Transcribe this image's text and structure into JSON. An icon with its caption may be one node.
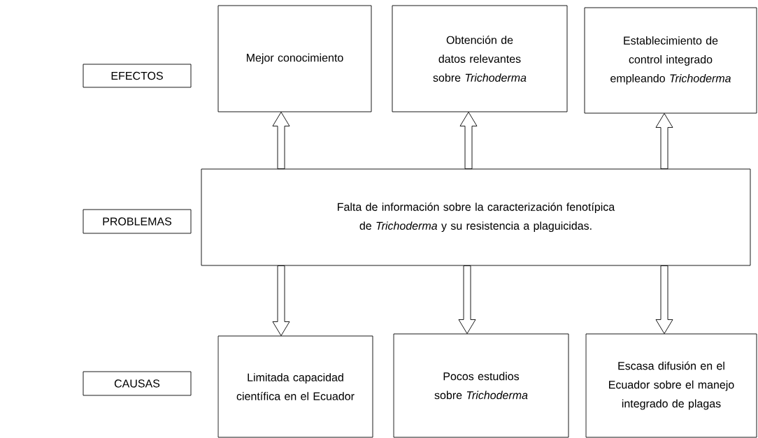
{
  "diagram": {
    "nodes": [
      {
        "text": [
          "EFECTOS"
        ]
      },
      {
        "text": [
          "Mejor conocimiento"
        ]
      },
      {
        "text": [
          "Obtención de datos relevantes sobre *Trichoderma*"
        ]
      },
      {
        "text": [
          "Establecimiento de control integrado empleando *Trichoderma*"
        ]
      },
      {
        "text": [
          "PROBLEMAS"
        ]
      },
      {
        "text": [
          "Falta de información sobre la caracterización fenotípica de *Trichoderma* y su resistencia a plaguicidas."
        ]
      },
      {
        "text": [
          "CAUSAS"
        ]
      },
      {
        "text": [
          "Limitada capacidad científica en el Ecuador"
        ]
      },
      {
        "text": [
          "Pocos estudios sobre *Trichoderma*"
        ]
      },
      {
        "text": [
          "Escasa difusión en el Ecuador sobre el manejo integrado de plagas"
        ]
      }
    ],
    "edges": [
      {
        "from": 5,
        "to": 1,
        "arrow": "to"
      },
      {
        "from": 5,
        "to": 2,
        "arrow": "to"
      },
      {
        "from": 5,
        "to": 3,
        "arrow": "to"
      },
      {
        "from": 5,
        "to": 7,
        "arrow": "to"
      },
      {
        "from": 5,
        "to": 8,
        "arrow": "to"
      },
      {
        "from": 5,
        "to": 9,
        "arrow": "to"
      }
    ]
  }
}
